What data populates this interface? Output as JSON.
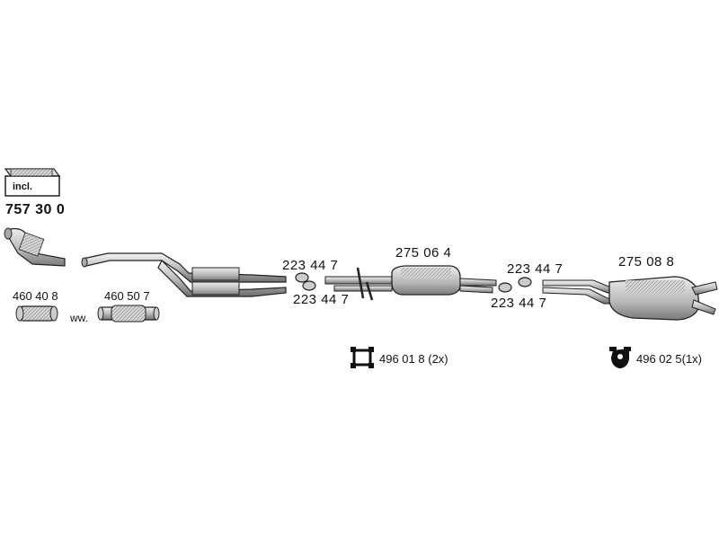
{
  "kit": {
    "badge": "incl.",
    "number": "757 30 0"
  },
  "flex_pipes": [
    {
      "number": "460 40 8"
    },
    {
      "number": "460 50 7"
    }
  ],
  "alt_marker": "ww.",
  "clamps_front": {
    "top": "223 44 7",
    "bottom": "223 44 7"
  },
  "center_muffler": {
    "number": "275 06 4"
  },
  "clamps_rear": {
    "top": "223 44 7",
    "bottom": "223 44 7"
  },
  "rear_muffler": {
    "number": "275 08 8"
  },
  "hanger_a": {
    "number": "496 01 8",
    "qty": "(2x)"
  },
  "hanger_b": {
    "number": "496 02 5",
    "qty": "(1x)"
  },
  "colors": {
    "line": "#222222",
    "fill_light": "#e6e6e6",
    "fill_mid": "#bdbdbd",
    "fill_dark": "#8a8a8a"
  }
}
